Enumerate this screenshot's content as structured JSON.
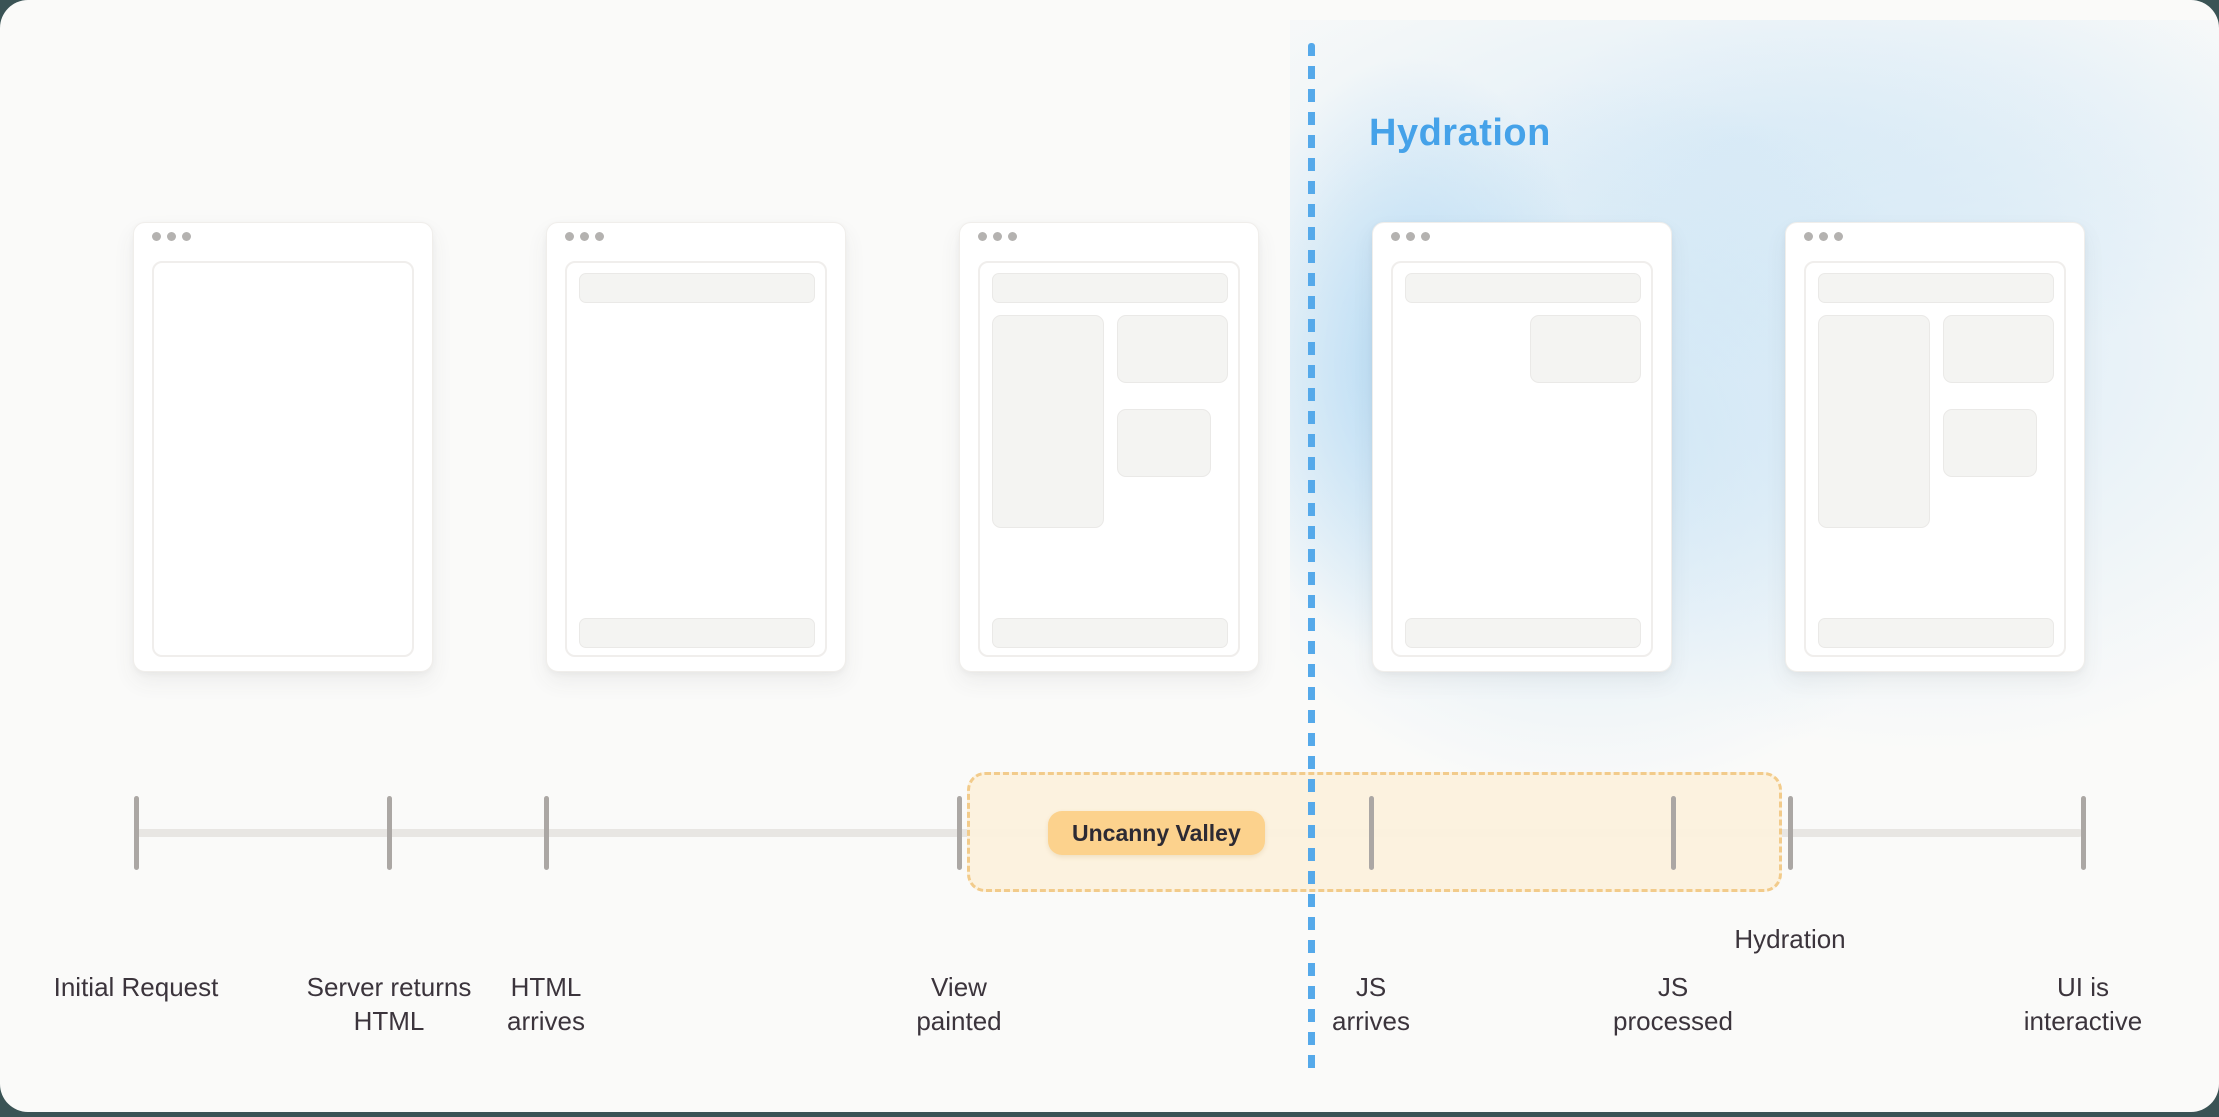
{
  "colors": {
    "accent-blue": "#55a9ea",
    "heading-blue": "#45a2e9",
    "frame-dark": "#3a5355",
    "sheet-bg": "#fafaf9",
    "timeline-line": "#e8e6e3",
    "tick": "#aba7a4",
    "label-text": "#3b343c",
    "region-fill": "#fdf2de",
    "region-border": "#f2c883",
    "badge-bg": "#fcd28d",
    "badge-text": "#2d2a33",
    "window-bg": "#ffffff",
    "skeleton-fill": "#f4f4f2",
    "skeleton-border": "#eae9e7",
    "dot-gray": "#b4b2b0"
  },
  "hydration": {
    "heading": "Hydration"
  },
  "uncanny_valley": {
    "badge": "Uncanny Valley"
  },
  "timeline": {
    "milestones": [
      {
        "label": "Initial Request"
      },
      {
        "label": "Server returns\nHTML"
      },
      {
        "label": "HTML\narrives"
      },
      {
        "label": "View\npainted"
      },
      {
        "label": "JS\narrives"
      },
      {
        "label": "JS\nprocessed"
      },
      {
        "label": "Hydration"
      },
      {
        "label": "UI is\ninteractive"
      }
    ]
  },
  "icons": {
    "window_controls": "three-dots"
  }
}
